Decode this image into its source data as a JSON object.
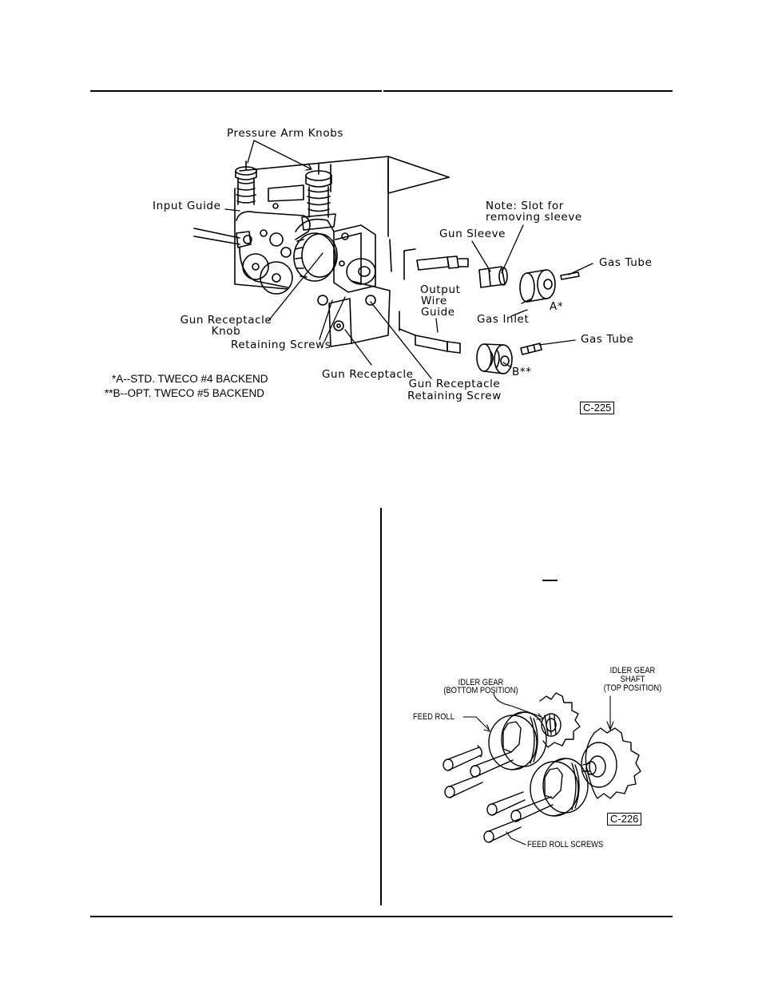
{
  "figure1": {
    "labels": {
      "pressure_arm_knobs": "Pressure Arm Knobs",
      "input_guide": "Input Guide",
      "note_line1": "Note: Slot for",
      "note_line2": "removing sleeve",
      "gun_sleeve": "Gun Sleeve",
      "gas_tube_top": "Gas Tube",
      "output_line1": "Output",
      "output_line2": "Wire",
      "output_line3": "Guide",
      "a_star": "A*",
      "gas_inlet": "Gas Inlet",
      "gun_receptacle_knob_line1": "Gun Receptacle",
      "gun_receptacle_knob_line2": "Knob",
      "retaining_screws": "Retaining Screws",
      "gas_tube_bottom": "Gas Tube",
      "gun_receptacle": "Gun Receptacle",
      "grrs_line1": "Gun Receptacle",
      "grrs_line2": "Retaining Screw",
      "b_star": "B**"
    },
    "notes": {
      "std": "*A--STD. TWECO #4 BACKEND",
      "opt": "**B--OPT. TWECO #5 BACKEND"
    },
    "figure_id": "C-225"
  },
  "figure2": {
    "labels": {
      "idler_bottom_line1": "IDLER GEAR",
      "idler_bottom_line2": "(BOTTOM POSITION)",
      "idler_shaft_line1": "IDLER GEAR",
      "idler_shaft_line2": "SHAFT",
      "idler_shaft_line3": "(TOP POSITION)",
      "feed_roll": "FEED ROLL",
      "feed_roll_screws": "FEED ROLL SCREWS"
    },
    "figure_id": "C-226"
  }
}
